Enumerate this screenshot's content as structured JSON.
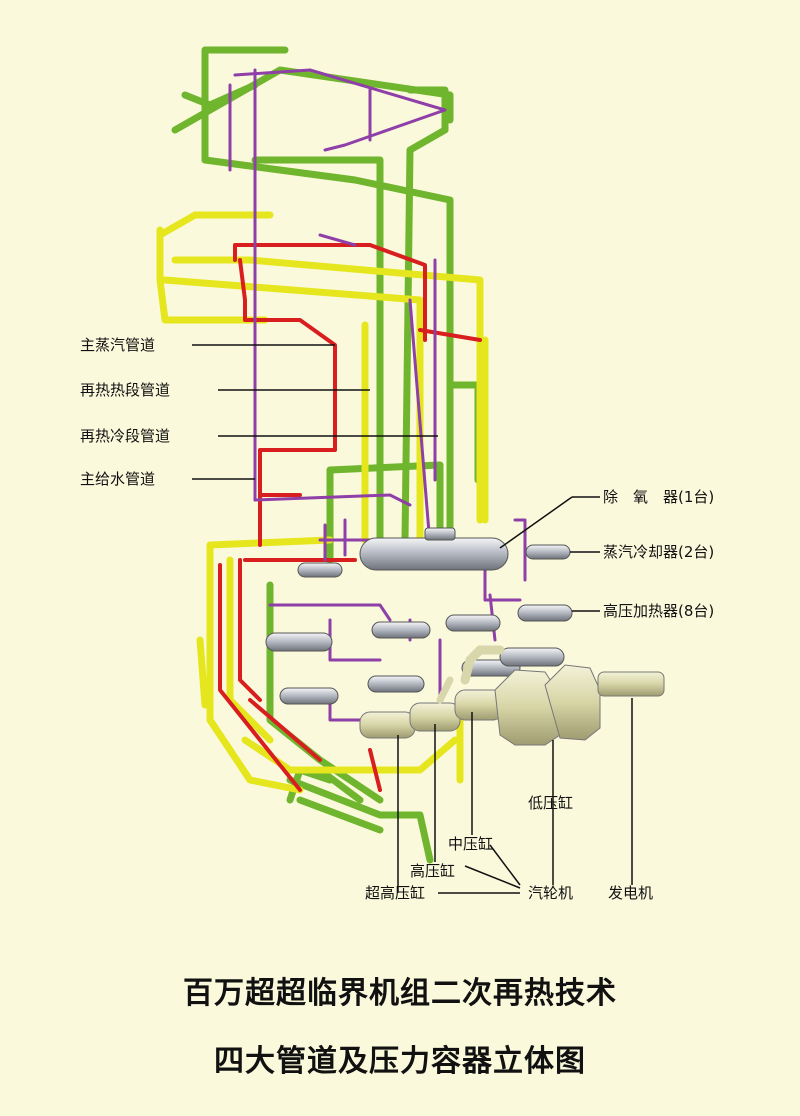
{
  "title": {
    "line1": "百万超超临界机组二次再热技术",
    "line2": "四大管道及压力容器立体图"
  },
  "labels": {
    "main_steam": "主蒸汽管道",
    "reheat_hot": "再热热段管道",
    "reheat_cold": "再热冷段管道",
    "main_feedwater": "主给水管道",
    "deaerator": "除　氧　器(1台)",
    "steam_cooler": "蒸汽冷却器(2台)",
    "hp_heater": "高压加热器(8台)",
    "lp_cylinder": "低压缸",
    "ip_cylinder": "中压缸",
    "hp_cylinder": "高压缸",
    "vhp_cylinder": "超高压缸",
    "turbine": "汽轮机",
    "generator": "发电机"
  },
  "colors": {
    "background": "#fbf9dc",
    "main_steam": "#d81e1e",
    "reheat_hot": "#e6e61e",
    "reheat_cold": "#6fb52d",
    "main_feedwater": "#8e3fa8",
    "vessel": "#b8bcc4",
    "turbine": "#e8e6c0"
  }
}
